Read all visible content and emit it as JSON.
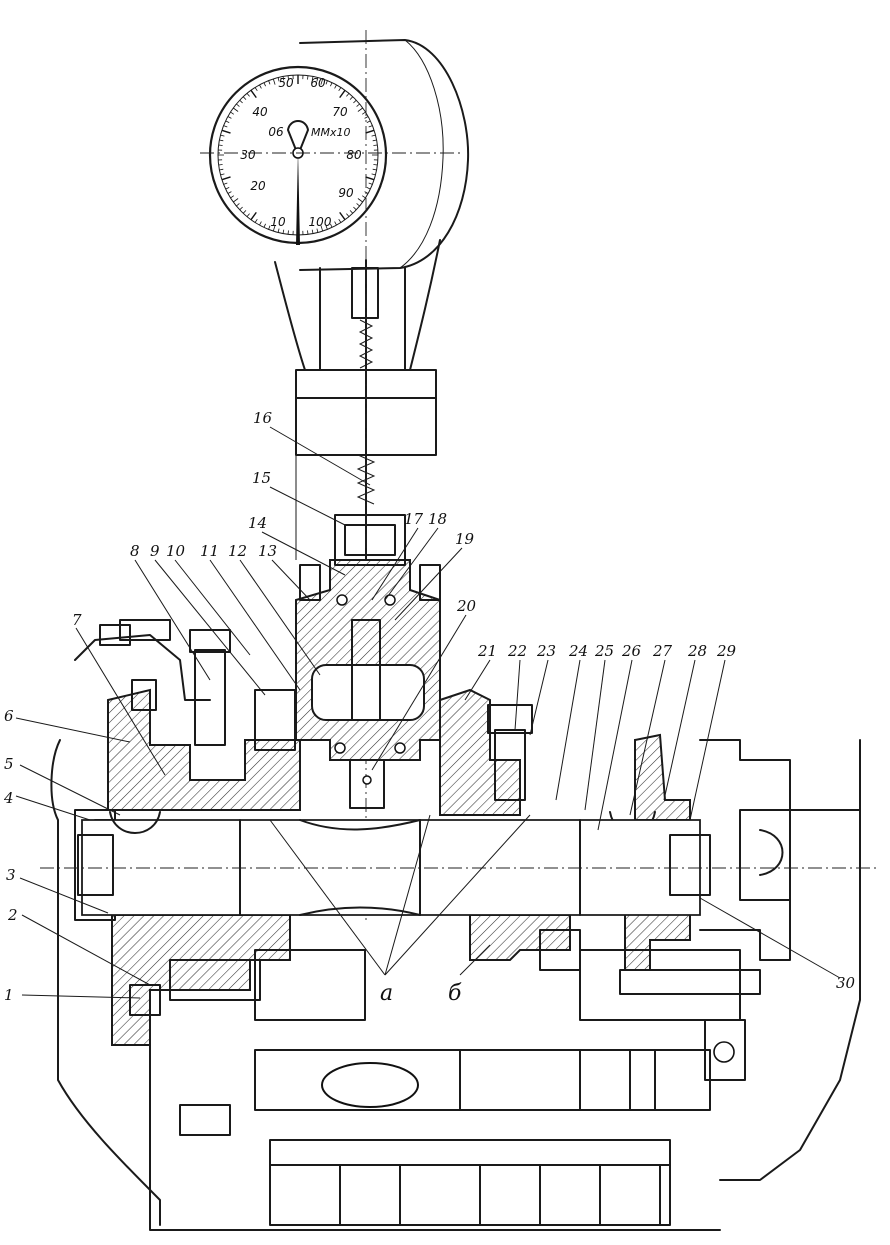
{
  "dial": {
    "scale": [
      "10",
      "20",
      "30",
      "40",
      "50",
      "60",
      "70",
      "80",
      "90",
      "100"
    ],
    "inner_value": "06",
    "unit": "ММх10"
  },
  "callouts": [
    "1",
    "2",
    "3",
    "4",
    "5",
    "6",
    "7",
    "8",
    "9",
    "10",
    "11",
    "12",
    "13",
    "14",
    "15",
    "16",
    "17",
    "18",
    "19",
    "20",
    "21",
    "22",
    "23",
    "24",
    "25",
    "26",
    "27",
    "28",
    "29",
    "30"
  ],
  "zones": {
    "a": "а",
    "b": "б"
  }
}
